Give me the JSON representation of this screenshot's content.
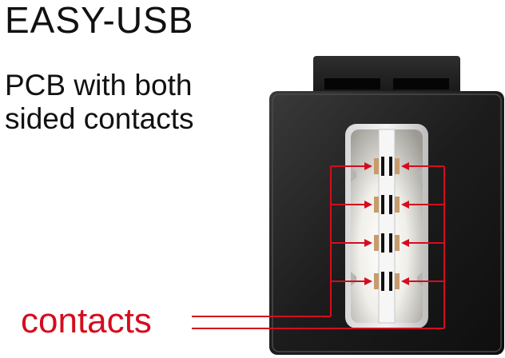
{
  "heading": {
    "title": "EASY-USB",
    "subtitle_line1": "PCB with both",
    "subtitle_line2": "sided contacts"
  },
  "callout": {
    "label": "contacts"
  },
  "contacts": {
    "rows": 4,
    "sides": [
      "left",
      "right"
    ]
  },
  "colors": {
    "callout": "#d40d1e",
    "housing": "#1a1a1a",
    "contact_pad": "#c79b6b",
    "text": "#111111"
  }
}
